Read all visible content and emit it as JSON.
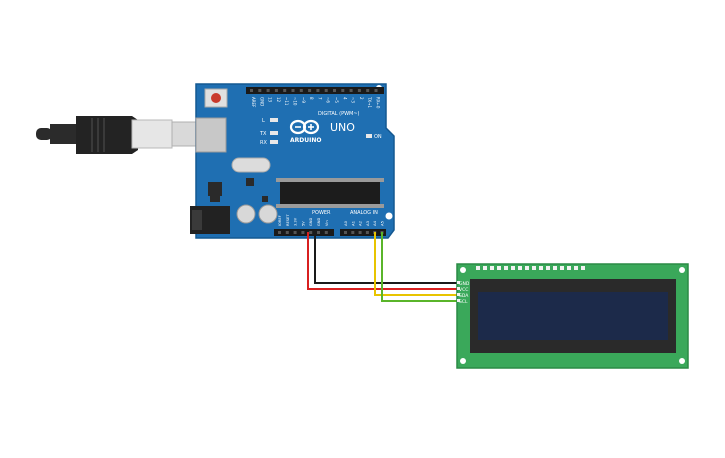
{
  "colors": {
    "board": "#1f6fb2",
    "board_dark": "#145891",
    "lcd_board": "#3aa85a",
    "lcd_screen": "#1c2a4a",
    "wire_gnd": "#1a1a1a",
    "wire_vcc": "#d82020",
    "wire_sda": "#e8c400",
    "wire_scl": "#5ab52a",
    "usb": "#2b2b2b",
    "usb_plug": "#d9d9d9"
  },
  "arduino": {
    "brand": "ARDUINO",
    "model": "UNO",
    "led_l": "L",
    "led_tx": "TX",
    "led_rx": "RX",
    "on_label": "ON",
    "digital_header": "DIGITAL (PWM~)",
    "digital_pins": [
      "AREF",
      "GND",
      "13",
      "12",
      "~11",
      "~10",
      "~9",
      "8",
      "7",
      "~6",
      "~5",
      "4",
      "~3",
      "2",
      "TX→1",
      "RX←0"
    ],
    "power_header": "POWER",
    "power_pins": [
      "IOREF",
      "RESET",
      "3.3V",
      "5V",
      "GND",
      "GND",
      "Vin"
    ],
    "analog_header": "ANALOG IN",
    "analog_pins": [
      "A0",
      "A1",
      "A2",
      "A3",
      "A4",
      "A5"
    ]
  },
  "lcd": {
    "pins": [
      "GND",
      "VCC",
      "SDA",
      "SCL"
    ]
  },
  "icons": {
    "usb": "usb-cable-icon",
    "reset": "reset-button-icon"
  }
}
